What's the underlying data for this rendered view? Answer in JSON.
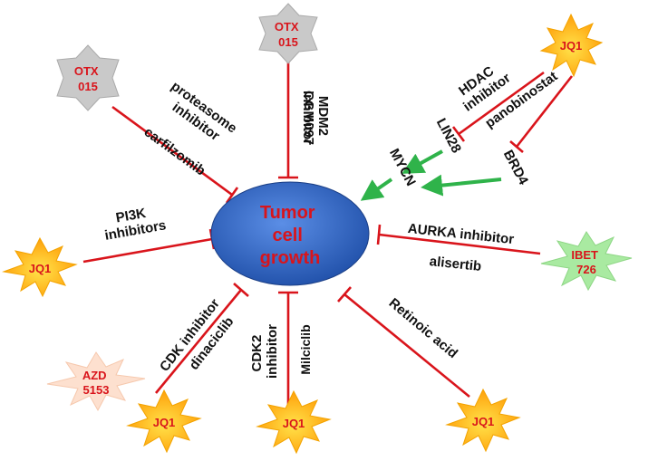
{
  "center": {
    "lines": [
      "Tumor",
      "cell",
      "growth"
    ]
  },
  "nodes": {
    "otx_top": [
      "OTX",
      "015"
    ],
    "otx_left": [
      "OTX",
      "015"
    ],
    "jq1_top_right": [
      "JQ1"
    ],
    "jq1_left": [
      "JQ1"
    ],
    "ibet": [
      "IBET",
      "726"
    ],
    "azd": [
      "AZD",
      "5153"
    ],
    "jq1_bottom_left": [
      "JQ1"
    ],
    "jq1_bottom_mid": [
      "JQ1"
    ],
    "jq1_bottom_right": [
      "JQ1"
    ]
  },
  "labels": {
    "mdm2": [
      "MDM2",
      "inhibitor",
      "CGM097"
    ],
    "proteasome": [
      "proteasome",
      "inhibitor",
      "carfilzomib"
    ],
    "hdac": [
      "HDAC",
      "inhibitor",
      "panobinostat"
    ],
    "lin28": "LIN28",
    "mycn": "MYCN",
    "brd4": "BRD4",
    "pi3k": [
      "PI3K",
      "inhibitors"
    ],
    "aurka": "AURKA inhibitor",
    "alisertib": "alisertib",
    "cdk": [
      "CDK inhibitor",
      "dinaciclib"
    ],
    "cdk2": [
      "CDK2",
      "inhibitor"
    ],
    "milciclib": "Milciclib",
    "retinoic": "Retinoic acid"
  },
  "colors": {
    "ellipse_fill": "#2f67c8",
    "center_text": "#d9141b",
    "inhibition": "#d9141b",
    "activation": "#2fb34a",
    "star_fill": "#ffc21a",
    "otx_fill": "#c9c9c9",
    "ibet_fill": "#a9eaa1",
    "azd_fill": "#fde0cf"
  }
}
